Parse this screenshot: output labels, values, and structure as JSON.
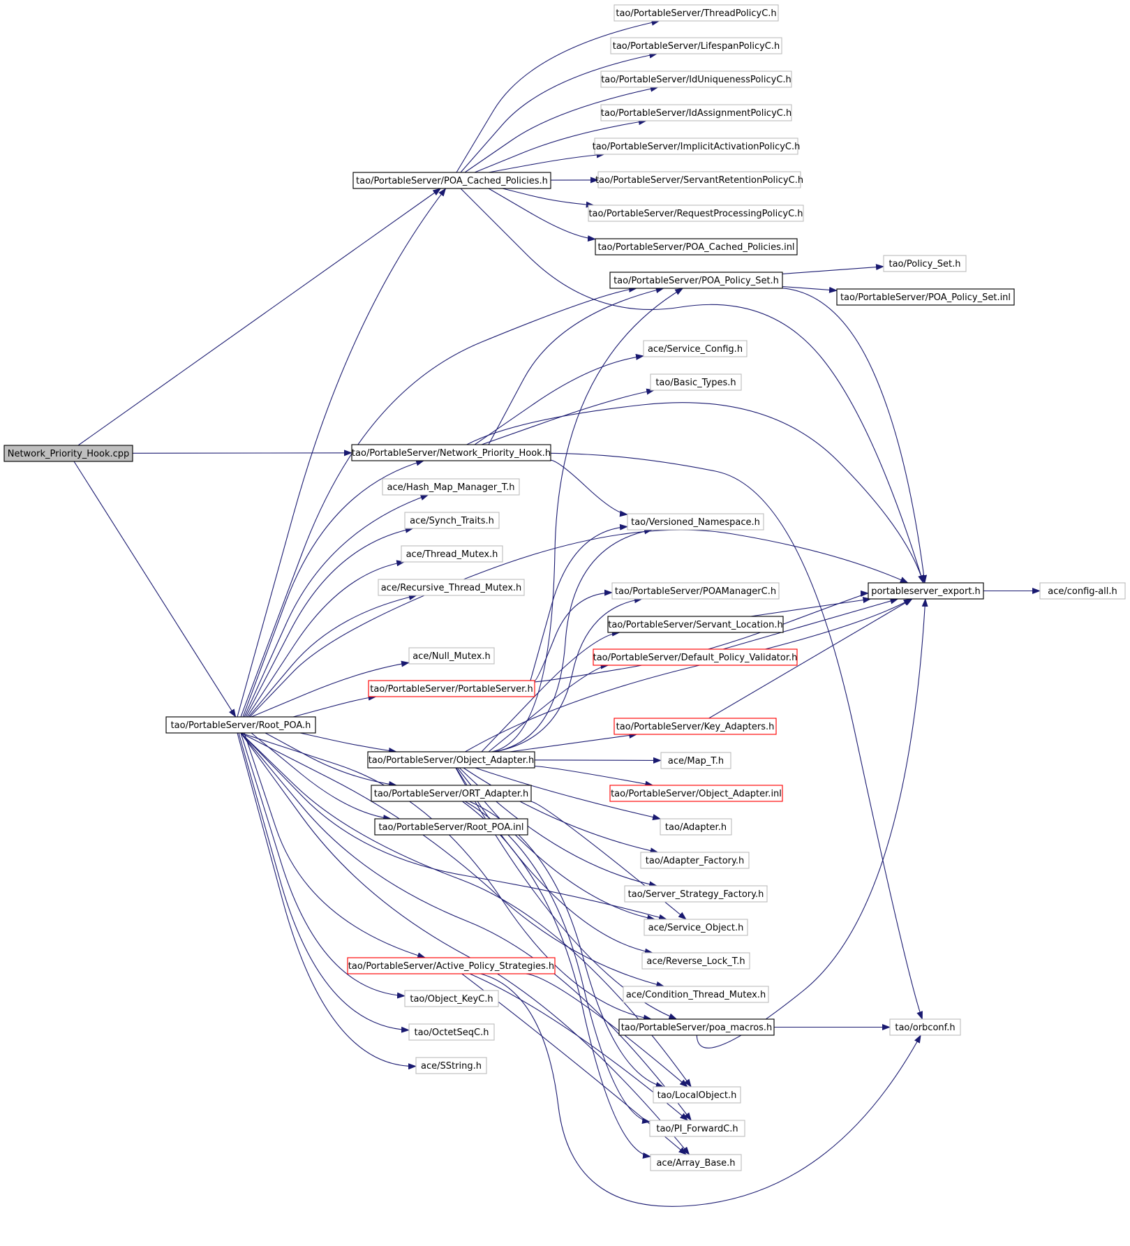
{
  "graph": {
    "title": "",
    "colors": {
      "edge": "#191970",
      "root_fill": "#bfbfbf",
      "border_black": "#000000",
      "border_gray": "#bfbfbf",
      "border_red": "#ff0000"
    },
    "nodes": [
      {
        "id": "npcpp",
        "label": "Network_Priority_Hook.cpp",
        "style": "root"
      },
      {
        "id": "thread",
        "label": "tao/PortableServer/ThreadPolicyC.h",
        "style": "gray"
      },
      {
        "id": "lifespan",
        "label": "tao/PortableServer/LifespanPolicyC.h",
        "style": "gray"
      },
      {
        "id": "iduniq",
        "label": "tao/PortableServer/IdUniquenessPolicyC.h",
        "style": "gray"
      },
      {
        "id": "idassign",
        "label": "tao/PortableServer/IdAssignmentPolicyC.h",
        "style": "gray"
      },
      {
        "id": "implicit",
        "label": "tao/PortableServer/ImplicitActivationPolicyC.h",
        "style": "gray"
      },
      {
        "id": "cached",
        "label": "tao/PortableServer/POA_Cached_Policies.h",
        "style": "black"
      },
      {
        "id": "servret",
        "label": "tao/PortableServer/ServantRetentionPolicyC.h",
        "style": "gray"
      },
      {
        "id": "reqproc",
        "label": "tao/PortableServer/RequestProcessingPolicyC.h",
        "style": "gray"
      },
      {
        "id": "cachedinl",
        "label": "tao/PortableServer/POA_Cached_Policies.inl",
        "style": "black"
      },
      {
        "id": "polset",
        "label": "tao/PortableServer/POA_Policy_Set.h",
        "style": "black"
      },
      {
        "id": "taopolset",
        "label": "tao/Policy_Set.h",
        "style": "gray"
      },
      {
        "id": "polsetinl",
        "label": "tao/PortableServer/POA_Policy_Set.inl",
        "style": "black"
      },
      {
        "id": "svcconfig",
        "label": "ace/Service_Config.h",
        "style": "gray"
      },
      {
        "id": "basictypes",
        "label": "tao/Basic_Types.h",
        "style": "gray"
      },
      {
        "id": "nphh",
        "label": "tao/PortableServer/Network_Priority_Hook.h",
        "style": "black"
      },
      {
        "id": "hashmap",
        "label": "ace/Hash_Map_Manager_T.h",
        "style": "gray"
      },
      {
        "id": "synch",
        "label": "ace/Synch_Traits.h",
        "style": "gray"
      },
      {
        "id": "versioned",
        "label": "tao/Versioned_Namespace.h",
        "style": "gray"
      },
      {
        "id": "threadmutex",
        "label": "ace/Thread_Mutex.h",
        "style": "gray"
      },
      {
        "id": "recmutex",
        "label": "ace/Recursive_Thread_Mutex.h",
        "style": "gray"
      },
      {
        "id": "poamgr",
        "label": "tao/PortableServer/POAManagerC.h",
        "style": "gray"
      },
      {
        "id": "export",
        "label": "portableserver_export.h",
        "style": "black"
      },
      {
        "id": "configall",
        "label": "ace/config-all.h",
        "style": "gray"
      },
      {
        "id": "servloc",
        "label": "tao/PortableServer/Servant_Location.h",
        "style": "black"
      },
      {
        "id": "nullmutex",
        "label": "ace/Null_Mutex.h",
        "style": "gray"
      },
      {
        "id": "defpolval",
        "label": "tao/PortableServer/Default_Policy_Validator.h",
        "style": "red"
      },
      {
        "id": "psh",
        "label": "tao/PortableServer/PortableServer.h",
        "style": "red"
      },
      {
        "id": "rootpoa",
        "label": "tao/PortableServer/Root_POA.h",
        "style": "black"
      },
      {
        "id": "keyadapt",
        "label": "tao/PortableServer/Key_Adapters.h",
        "style": "red"
      },
      {
        "id": "objadapt",
        "label": "tao/PortableServer/Object_Adapter.h",
        "style": "black"
      },
      {
        "id": "mapt",
        "label": "ace/Map_T.h",
        "style": "gray"
      },
      {
        "id": "ortadapt",
        "label": "tao/PortableServer/ORT_Adapter.h",
        "style": "black"
      },
      {
        "id": "objadaptinl",
        "label": "tao/PortableServer/Object_Adapter.inl",
        "style": "red"
      },
      {
        "id": "rootpoainl",
        "label": "tao/PortableServer/Root_POA.inl",
        "style": "black"
      },
      {
        "id": "adapter",
        "label": "tao/Adapter.h",
        "style": "gray"
      },
      {
        "id": "adapterfact",
        "label": "tao/Adapter_Factory.h",
        "style": "gray"
      },
      {
        "id": "serverstrat",
        "label": "tao/Server_Strategy_Factory.h",
        "style": "gray"
      },
      {
        "id": "svcobj",
        "label": "ace/Service_Object.h",
        "style": "gray"
      },
      {
        "id": "revlock",
        "label": "ace/Reverse_Lock_T.h",
        "style": "gray"
      },
      {
        "id": "activepol",
        "label": "tao/PortableServer/Active_Policy_Strategies.h",
        "style": "red"
      },
      {
        "id": "condmutex",
        "label": "ace/Condition_Thread_Mutex.h",
        "style": "gray"
      },
      {
        "id": "objkey",
        "label": "tao/Object_KeyC.h",
        "style": "gray"
      },
      {
        "id": "poamacros",
        "label": "tao/PortableServer/poa_macros.h",
        "style": "black"
      },
      {
        "id": "orbconf",
        "label": "tao/orbconf.h",
        "style": "gray"
      },
      {
        "id": "octet",
        "label": "tao/OctetSeqC.h",
        "style": "gray"
      },
      {
        "id": "sstring",
        "label": "ace/SString.h",
        "style": "gray"
      },
      {
        "id": "localobj",
        "label": "tao/LocalObject.h",
        "style": "gray"
      },
      {
        "id": "piforward",
        "label": "tao/PI_ForwardC.h",
        "style": "gray"
      },
      {
        "id": "arraybase",
        "label": "ace/Array_Base.h",
        "style": "gray"
      }
    ]
  }
}
